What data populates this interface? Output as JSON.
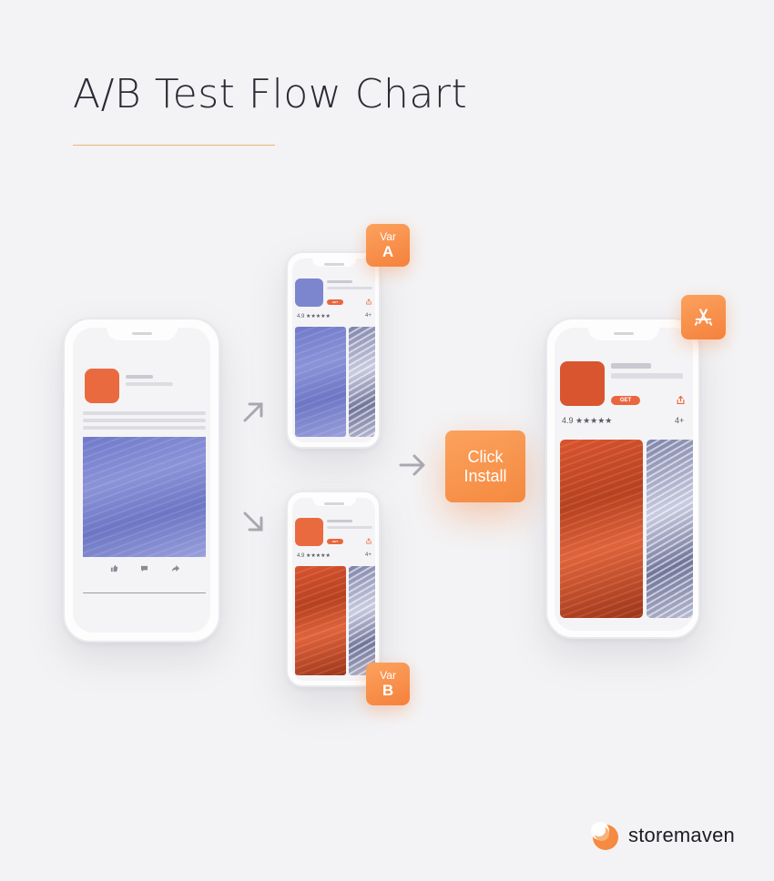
{
  "header": {
    "title": "A/B Test Flow Chart"
  },
  "variant_a": {
    "prefix": "Var",
    "letter": "A",
    "rating": "4.9 ★★★★★",
    "age": "4+",
    "get_label": "GET"
  },
  "variant_b": {
    "prefix": "Var",
    "letter": "B",
    "rating": "4.9 ★★★★★",
    "age": "4+",
    "get_label": "GET"
  },
  "action": {
    "label_line1": "Click",
    "label_line2": "Install"
  },
  "store_page": {
    "rating": "4.9 ★★★★★",
    "age": "4+",
    "get_label": "GET"
  },
  "brand": {
    "name": "storemaven"
  },
  "colors": {
    "accent": "#f58a40",
    "orange_asset": "#e8673f",
    "blue_asset": "#7c86cf",
    "background": "#f3f3f5"
  },
  "icons": [
    "arrow-up-right-icon",
    "arrow-down-right-icon",
    "arrow-right-icon",
    "app-store-icon",
    "share-icon",
    "like-icon",
    "comment-icon",
    "forward-icon",
    "storemaven-logo-icon"
  ]
}
